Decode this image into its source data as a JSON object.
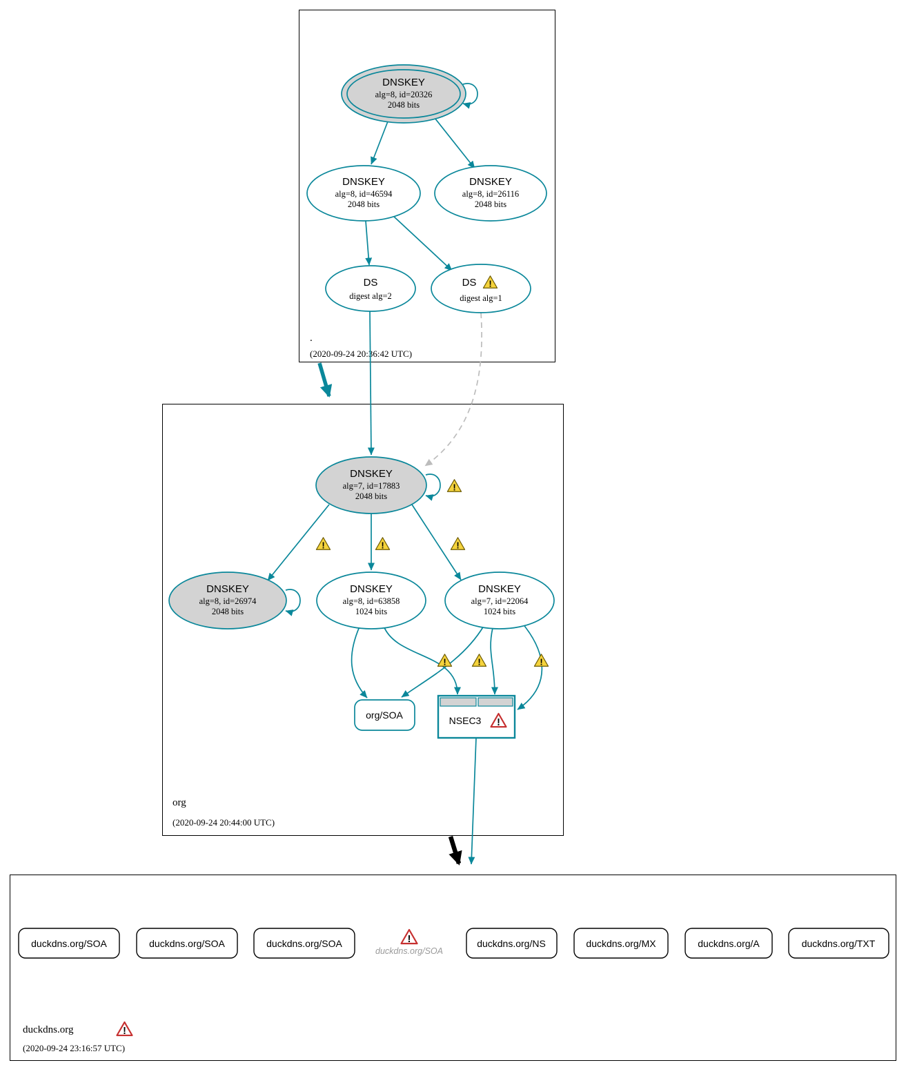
{
  "colors": {
    "secure": "#0a879a",
    "error": "#c62f2f",
    "warning_fill": "#f5d33c",
    "sep_node_fill": "#d3d3d3",
    "insecure_edge": "#bcbcbc",
    "box_border": "#000000"
  },
  "icons": {
    "exclamation": "!"
  },
  "zones": {
    "root": {
      "name": ".",
      "timestamp": "(2020-09-24 20:36:42 UTC)",
      "ksk": {
        "title": "DNSKEY",
        "detail1": "alg=8, id=20326",
        "detail2": "2048 bits"
      },
      "zsk1": {
        "title": "DNSKEY",
        "detail1": "alg=8, id=46594",
        "detail2": "2048 bits"
      },
      "zsk2": {
        "title": "DNSKEY",
        "detail1": "alg=8, id=26116",
        "detail2": "2048 bits"
      },
      "ds2": {
        "title": "DS",
        "detail1": "digest alg=2"
      },
      "ds1": {
        "title": "DS",
        "detail1": "digest alg=1"
      }
    },
    "org": {
      "name": "org",
      "timestamp": "(2020-09-24 20:44:00 UTC)",
      "ksk": {
        "title": "DNSKEY",
        "detail1": "alg=7, id=17883",
        "detail2": "2048 bits"
      },
      "key1": {
        "title": "DNSKEY",
        "detail1": "alg=8, id=26974",
        "detail2": "2048 bits"
      },
      "key2": {
        "title": "DNSKEY",
        "detail1": "alg=8, id=63858",
        "detail2": "1024 bits"
      },
      "key3": {
        "title": "DNSKEY",
        "detail1": "alg=7, id=22064",
        "detail2": "1024 bits"
      },
      "soa": {
        "label": "org/SOA"
      },
      "nsec3": {
        "label": "NSEC3"
      }
    },
    "duckdns": {
      "name": "duckdns.org",
      "timestamp": "(2020-09-24 23:16:57 UTC)",
      "rrsets": [
        {
          "label": "duckdns.org/SOA"
        },
        {
          "label": "duckdns.org/SOA"
        },
        {
          "label": "duckdns.org/SOA"
        },
        {
          "label": "duckdns.org/SOA"
        },
        {
          "label": "duckdns.org/NS"
        },
        {
          "label": "duckdns.org/MX"
        },
        {
          "label": "duckdns.org/A"
        },
        {
          "label": "duckdns.org/TXT"
        }
      ]
    }
  }
}
